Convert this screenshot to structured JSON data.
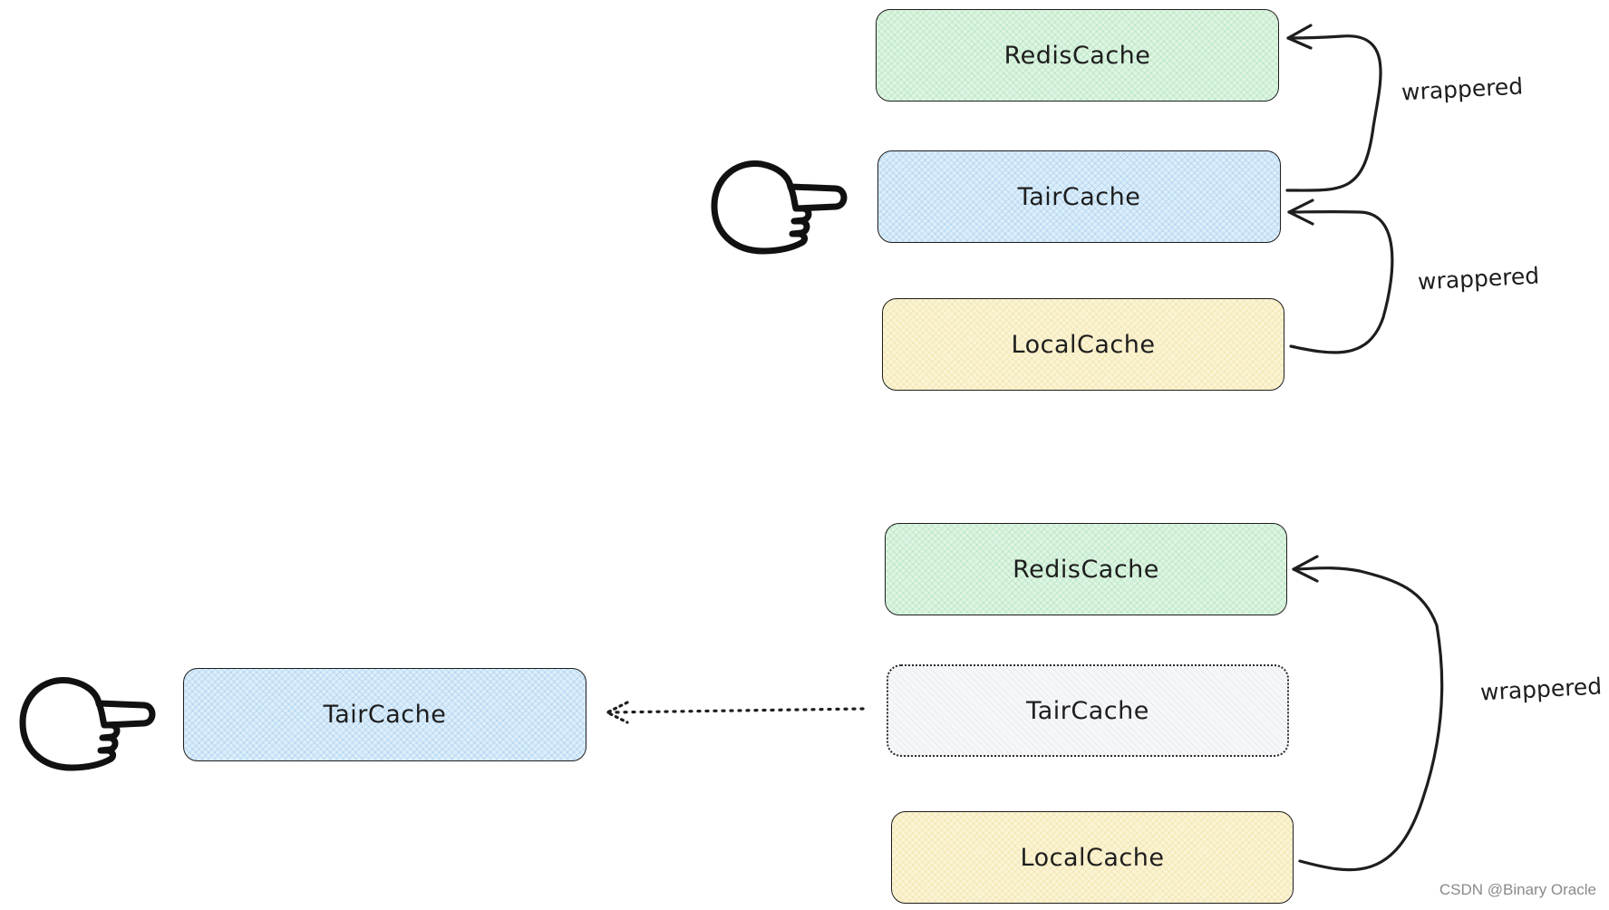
{
  "top_stack": {
    "redis_label": "RedisCache",
    "tair_label": "TairCache",
    "local_label": "LocalCache",
    "arrow1_label": "wrappered",
    "arrow2_label": "wrappered"
  },
  "bottom_stack": {
    "redis_label": "RedisCache",
    "tair_label": "TairCache",
    "local_label": "LocalCache",
    "arrow_label": "wrappered"
  },
  "detached": {
    "tair_label": "TairCache"
  },
  "icons": {
    "top_pointer": "pointing-hand-icon",
    "bottom_pointer": "pointing-hand-icon"
  },
  "colors": {
    "green_fill": "#ddf5e2",
    "blue_fill": "#dceefb",
    "yellow_fill": "#fbf4d4",
    "stroke": "#1e1e1e"
  },
  "watermark": "CSDN @Binary Oracle"
}
